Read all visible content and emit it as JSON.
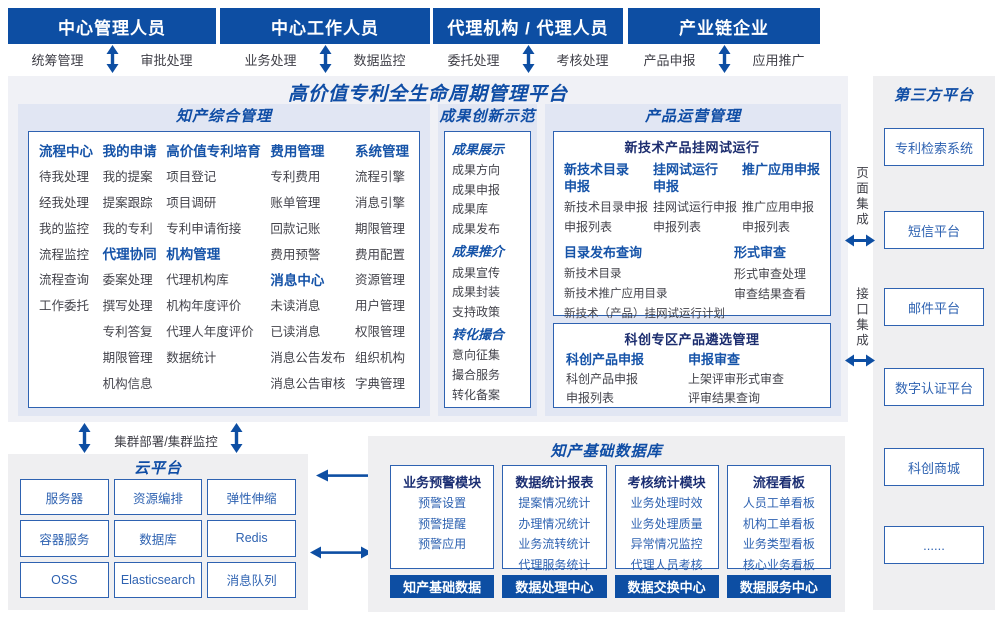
{
  "colors": {
    "primary_blue": "#0d4ea3",
    "accent_text_blue": "#0f4da5",
    "box_border_blue": "#2e62b1",
    "header_navy": "#1c2f73",
    "item_gray": "#43434b",
    "section_bg": "#e1e6f3",
    "platform_bg": "#f0f1f6",
    "panel_bg": "#efeff1"
  },
  "top_roles": [
    {
      "title": "中心管理人员",
      "left": "统筹管理",
      "right": "审批处理"
    },
    {
      "title": "中心工作人员",
      "left": "业务处理",
      "right": "数据监控"
    },
    {
      "title": "代理机构 / 代理人员",
      "left": "委托处理",
      "right": "考核处理"
    },
    {
      "title": "产业链企业",
      "left": "产品申报",
      "right": "应用推广"
    }
  ],
  "platform": {
    "title": "高价值专利全生命周期管理平台",
    "comprehensive": {
      "title": "知产综合管理",
      "columns": [
        [
          {
            "t": "h",
            "x": "流程中心"
          },
          {
            "t": "i",
            "x": "待我处理"
          },
          {
            "t": "i",
            "x": "经我处理"
          },
          {
            "t": "i",
            "x": "我的监控"
          },
          {
            "t": "i",
            "x": "流程监控"
          },
          {
            "t": "i",
            "x": "流程查询"
          },
          {
            "t": "i",
            "x": "工作委托"
          }
        ],
        [
          {
            "t": "h",
            "x": "我的申请"
          },
          {
            "t": "i",
            "x": "我的提案"
          },
          {
            "t": "i",
            "x": "提案跟踪"
          },
          {
            "t": "i",
            "x": "我的专利"
          },
          {
            "t": "h",
            "x": "代理协同"
          },
          {
            "t": "i",
            "x": "委案处理"
          },
          {
            "t": "i",
            "x": "撰写处理"
          },
          {
            "t": "i",
            "x": "专利答复"
          },
          {
            "t": "i",
            "x": "期限管理"
          },
          {
            "t": "i",
            "x": "机构信息"
          }
        ],
        [
          {
            "t": "h",
            "x": "高价值专利培育"
          },
          {
            "t": "i",
            "x": "项目登记"
          },
          {
            "t": "i",
            "x": "项目调研"
          },
          {
            "t": "i",
            "x": "专利申请衔接"
          },
          {
            "t": "h",
            "x": "机构管理"
          },
          {
            "t": "i",
            "x": "代理机构库"
          },
          {
            "t": "i",
            "x": "机构年度评价"
          },
          {
            "t": "i",
            "x": "代理人年度评价"
          },
          {
            "t": "i",
            "x": "数据统计"
          }
        ],
        [
          {
            "t": "h",
            "x": "费用管理"
          },
          {
            "t": "i",
            "x": "专利费用"
          },
          {
            "t": "i",
            "x": "账单管理"
          },
          {
            "t": "i",
            "x": "回款记账"
          },
          {
            "t": "i",
            "x": "费用预警"
          },
          {
            "t": "h",
            "x": "消息中心"
          },
          {
            "t": "i",
            "x": "未读消息"
          },
          {
            "t": "i",
            "x": "已读消息"
          },
          {
            "t": "i",
            "x": "消息公告发布"
          },
          {
            "t": "i",
            "x": "消息公告审核"
          }
        ],
        [
          {
            "t": "h",
            "x": "系统管理"
          },
          {
            "t": "i",
            "x": "流程引擎"
          },
          {
            "t": "i",
            "x": "消息引擎"
          },
          {
            "t": "i",
            "x": "期限管理"
          },
          {
            "t": "i",
            "x": "费用配置"
          },
          {
            "t": "i",
            "x": "资源管理"
          },
          {
            "t": "i",
            "x": "用户管理"
          },
          {
            "t": "i",
            "x": "权限管理"
          },
          {
            "t": "i",
            "x": "组织机构"
          },
          {
            "t": "i",
            "x": "字典管理"
          }
        ]
      ]
    },
    "innovation": {
      "title": "成果创新示范",
      "list": [
        {
          "t": "h",
          "x": "成果展示"
        },
        {
          "t": "i",
          "x": "成果方向"
        },
        {
          "t": "i",
          "x": "成果申报"
        },
        {
          "t": "i",
          "x": "成果库"
        },
        {
          "t": "i",
          "x": "成果发布"
        },
        {
          "t": "h",
          "x": "成果推介"
        },
        {
          "t": "i",
          "x": "成果宣传"
        },
        {
          "t": "i",
          "x": "成果封装"
        },
        {
          "t": "i",
          "x": "支持政策"
        },
        {
          "t": "h",
          "x": "转化撮合"
        },
        {
          "t": "i",
          "x": "意向征集"
        },
        {
          "t": "i",
          "x": "撮合服务"
        },
        {
          "t": "i",
          "x": "转化备案"
        }
      ]
    },
    "product_ops": {
      "title": "产品运营管理",
      "box1": {
        "title": "新技术产品挂网试运行",
        "columns": [
          {
            "header": "新技术目录申报",
            "items": [
              "新技术目录申报",
              "申报列表"
            ]
          },
          {
            "header": "挂网试运行申报",
            "items": [
              "挂网试运行申报",
              "申报列表"
            ]
          },
          {
            "header": "推广应用申报",
            "items": [
              "推广应用申报",
              "申报列表"
            ]
          }
        ],
        "catalog": {
          "header": "目录发布查询",
          "items": [
            "新技术目录",
            "新技术推广应用目录",
            "新技术（产品）挂网试运行计划"
          ]
        },
        "review": {
          "header": "形式审查",
          "items": [
            "形式审查处理",
            "审查结果查看"
          ]
        }
      },
      "box2": {
        "title": "科创专区产品遴选管理",
        "columns": [
          {
            "header": "科创产品申报",
            "items": [
              "科创产品申报",
              "申报列表"
            ]
          },
          {
            "header": "申报审查",
            "items": [
              "上架评审形式审查",
              "评审结果查询"
            ]
          }
        ]
      }
    }
  },
  "integration": {
    "page_label": "页面集成",
    "api_label": "接口集成"
  },
  "third_party": {
    "title": "第三方平台",
    "boxes": [
      "专利检索系统",
      "短信平台",
      "邮件平台",
      "数字认证平台",
      "科创商城",
      "......"
    ]
  },
  "cluster_label": "集群部署/集群监控",
  "cloud": {
    "title": "云平台",
    "boxes": [
      "服务器",
      "资源编排",
      "弹性伸缩",
      "容器服务",
      "数据库",
      "Redis",
      "OSS",
      "Elasticsearch",
      "消息队列"
    ]
  },
  "database": {
    "title": "知产基础数据库",
    "columns": [
      {
        "header": "业务预警模块",
        "items": [
          "预警设置",
          "预警提醒",
          "预警应用"
        ],
        "bar": "知产基础数据"
      },
      {
        "header": "数据统计报表",
        "items": [
          "提案情况统计",
          "办理情况统计",
          "业务流转统计",
          "代理服务统计"
        ],
        "bar": "数据处理中心"
      },
      {
        "header": "考核统计模块",
        "items": [
          "业务处理时效",
          "业务处理质量",
          "异常情况监控",
          "代理人员考核"
        ],
        "bar": "数据交换中心"
      },
      {
        "header": "流程看板",
        "items": [
          "人员工单看板",
          "机构工单看板",
          "业务类型看板",
          "核心业务看板"
        ],
        "bar": "数据服务中心"
      }
    ]
  }
}
